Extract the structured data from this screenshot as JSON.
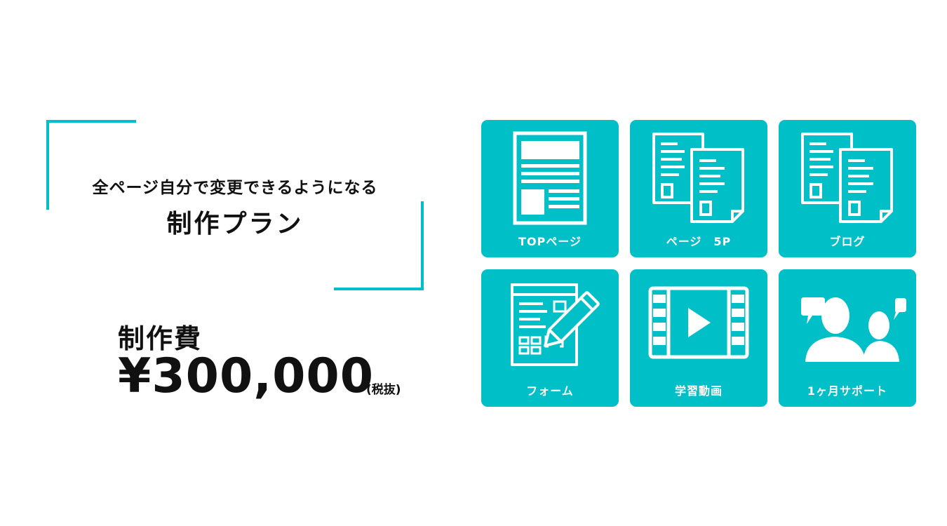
{
  "plan": {
    "subtitle": "全ページ自分で変更できるようになる",
    "title": "制作プラン"
  },
  "pricing": {
    "label": "制作費",
    "amount": "¥300,000",
    "tax_note": "(税抜)"
  },
  "features": [
    {
      "label": "TOPページ",
      "icon": "newspaper-page-icon"
    },
    {
      "label": "ページ　5P",
      "icon": "multiple-pages-icon"
    },
    {
      "label": "ブログ",
      "icon": "blog-pages-icon"
    },
    {
      "label": "フォーム",
      "icon": "form-pencil-icon"
    },
    {
      "label": "学習動画",
      "icon": "video-film-icon"
    },
    {
      "label": "1ヶ月サポート",
      "icon": "support-people-icon"
    }
  ],
  "colors": {
    "accent": "#00bfc7",
    "text": "#111111",
    "tile_text": "#ffffff"
  }
}
